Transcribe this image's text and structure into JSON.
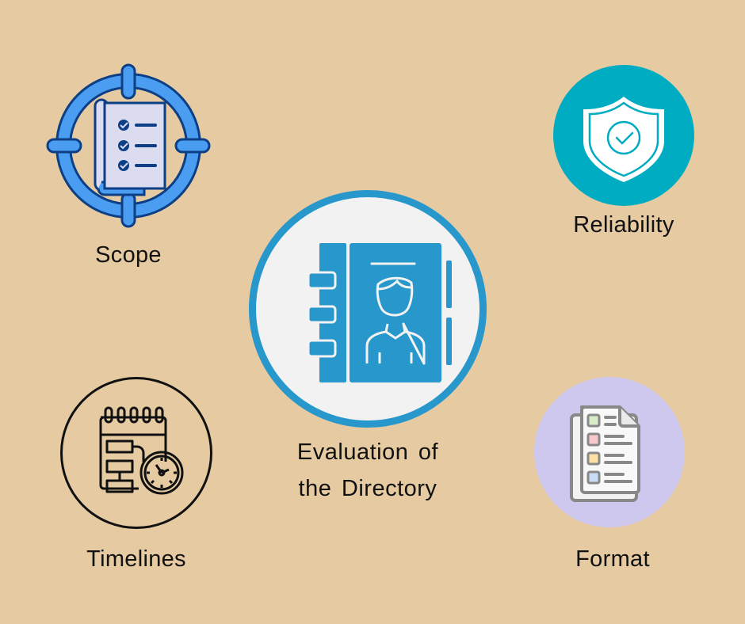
{
  "center": {
    "label_line1": "Evaluation of",
    "label_line2": "the Directory",
    "icon": "contact-directory-icon",
    "ring_color": "#2898cc",
    "fill_color": "#f2f2f2"
  },
  "nodes": [
    {
      "id": "scope",
      "label": "Scope",
      "icon": "target-checklist-icon",
      "color": "#4a9df0"
    },
    {
      "id": "reliability",
      "label": "Reliability",
      "icon": "shield-check-icon",
      "color": "#00acc1"
    },
    {
      "id": "timelines",
      "label": "Timelines",
      "icon": "calendar-clock-icon",
      "color": "#111111"
    },
    {
      "id": "format",
      "label": "Format",
      "icon": "document-list-icon",
      "color": "#cfc8ee"
    }
  ],
  "background_color": "#e5caa2"
}
